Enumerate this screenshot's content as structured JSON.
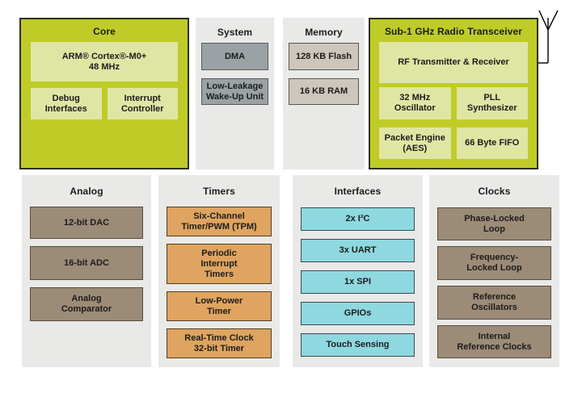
{
  "colors": {
    "green": "#bfcc27",
    "green_border": "#30301a",
    "light_green": "#dfe6a4",
    "panel": "#e9e9e7",
    "slate": "#9ba2a6",
    "slate_border": "#555a5e",
    "tan": "#cdc6bc",
    "tan_border": "#5c564c",
    "brown": "#9c8b77",
    "brown_border": "#574d3e",
    "orange": "#dfa45f",
    "orange_border": "#4f3e21",
    "cyan": "#8ed8e0",
    "cyan_border": "#3b4b4f",
    "text": "#1c1c1c",
    "antenna": "#000000"
  },
  "core": {
    "title": "Core",
    "cpu": {
      "lines": [
        "ARM® Cortex®-M0+",
        "48 MHz"
      ]
    },
    "debug": {
      "lines": [
        "Debug",
        "Interfaces"
      ]
    },
    "interrupt": {
      "lines": [
        "Interrupt",
        "Controller"
      ]
    }
  },
  "system": {
    "title": "System",
    "dma": {
      "lines": [
        "DMA"
      ]
    },
    "llwu": {
      "lines": [
        "Low-Leakage",
        "Wake-Up Unit"
      ]
    }
  },
  "memory": {
    "title": "Memory",
    "flash": {
      "lines": [
        "128 KB Flash"
      ]
    },
    "ram": {
      "lines": [
        "16 KB RAM"
      ]
    }
  },
  "radio": {
    "title": "Sub-1 GHz Radio Transceiver",
    "rf": {
      "lines": [
        "RF Transmitter & Receiver"
      ]
    },
    "osc": {
      "lines": [
        "32 MHz",
        "Oscillator"
      ]
    },
    "pll": {
      "lines": [
        "PLL",
        "Synthesizer"
      ]
    },
    "packet": {
      "lines": [
        "Packet Engine",
        "(AES)"
      ]
    },
    "fifo": {
      "lines": [
        "66 Byte FIFO"
      ]
    }
  },
  "analog": {
    "title": "Analog",
    "dac": {
      "lines": [
        "12-bit DAC"
      ]
    },
    "adc": {
      "lines": [
        "16-bit ADC"
      ]
    },
    "comparator": {
      "lines": [
        "Analog",
        "Comparator"
      ]
    }
  },
  "timers": {
    "title": "Timers",
    "tpm": {
      "lines": [
        "Six-Channel",
        "Timer/PWM (TPM)"
      ]
    },
    "pit": {
      "lines": [
        "Periodic",
        "Interrupt",
        "Timers"
      ]
    },
    "lptimer": {
      "lines": [
        "Low-Power",
        "Timer"
      ]
    },
    "rtc": {
      "lines": [
        "Real-Time Clock",
        "32-bit Timer"
      ]
    }
  },
  "interfaces": {
    "title": "Interfaces",
    "i2c": {
      "lines": [
        "2x I²C"
      ]
    },
    "uart": {
      "lines": [
        "3x UART"
      ]
    },
    "spi": {
      "lines": [
        "1x SPI"
      ]
    },
    "gpio": {
      "lines": [
        "GPIOs"
      ]
    },
    "touch": {
      "lines": [
        "Touch Sensing"
      ]
    }
  },
  "clocks": {
    "title": "Clocks",
    "pll": {
      "lines": [
        "Phase-Locked",
        "Loop"
      ]
    },
    "fll": {
      "lines": [
        "Frequency-",
        "Locked Loop"
      ]
    },
    "refosc": {
      "lines": [
        "Reference",
        "Oscillators"
      ]
    },
    "irc": {
      "lines": [
        "Internal",
        "Reference Clocks"
      ]
    }
  }
}
